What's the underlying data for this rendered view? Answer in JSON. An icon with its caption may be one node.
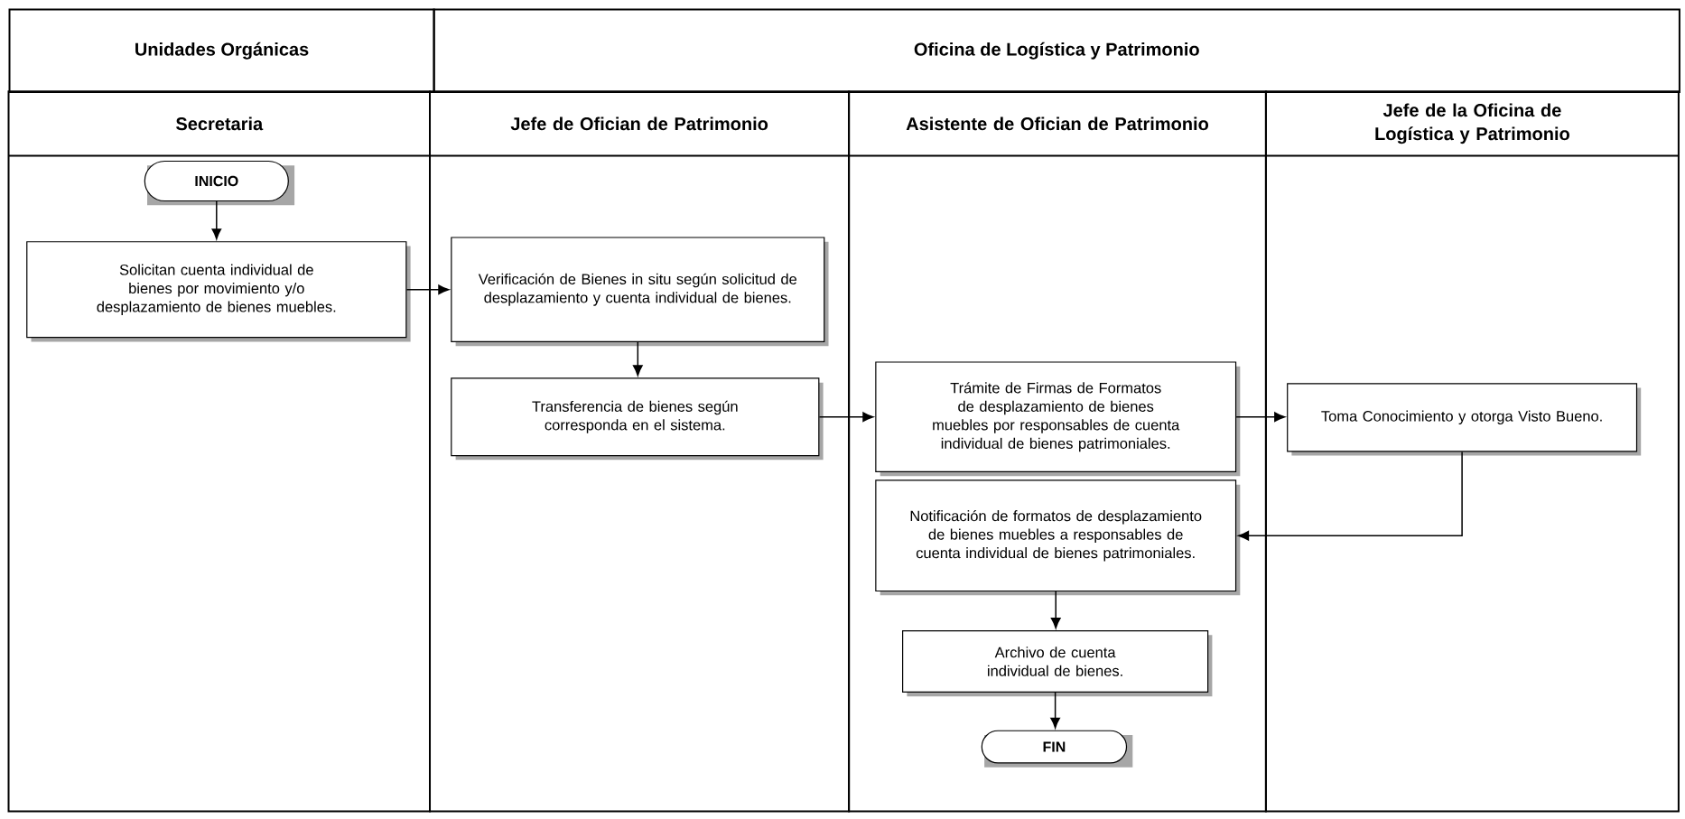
{
  "diagram": {
    "nodes": [
      {
        "text": [
          "Unidades Orgánicas"
        ]
      },
      {
        "text": [
          "Oficina de Logística y Patrimonio"
        ]
      },
      {
        "text": [
          "Secretaria"
        ]
      },
      {
        "text": [
          "Jefe de Ofician de Patrimonio"
        ]
      },
      {
        "text": [
          "Asistente de Ofician de Patrimonio"
        ]
      },
      {
        "text": [
          "Jefe de la Oficina de Logística y Patrimonio"
        ]
      },
      {
        "text": [
          "INICIO"
        ],
        "in": 2
      },
      {
        "text": [
          "Solicitan cuenta individual de bienes por movimiento y/o desplazamiento de bienes muebles."
        ],
        "in": 2
      },
      {
        "text": [
          "Verificación de Bienes in situ según solicitud de desplazamiento  y cuenta individual de bienes."
        ],
        "in": 3
      },
      {
        "text": [
          "Transferencia de bienes según corresponda en el sistema."
        ],
        "in": 3
      },
      {
        "text": [
          "Trámite de Firmas de Formatos de desplazamiento de bienes muebles por responsables de cuenta individual de bienes patrimoniales."
        ],
        "in": 4
      },
      {
        "text": [
          "Toma Conocimiento y otorga Visto Bueno."
        ],
        "in": 5
      },
      {
        "text": [
          "Notificación  de formatos de desplazamiento de bienes muebles a responsables de cuenta individual de bienes patrimoniales."
        ],
        "in": 4
      },
      {
        "text": [
          "Archivo de cuenta individual de bienes."
        ],
        "in": 4
      },
      {
        "text": [
          "FIN"
        ],
        "in": 4
      }
    ],
    "edges": [
      {
        "from": 6,
        "to": 7,
        "arrow": "to"
      },
      {
        "from": 7,
        "to": 8,
        "arrow": "to"
      },
      {
        "from": 8,
        "to": 9,
        "arrow": "to"
      },
      {
        "from": 9,
        "to": 10,
        "arrow": "to"
      },
      {
        "from": 10,
        "to": 11,
        "arrow": "to"
      },
      {
        "from": 11,
        "to": 12,
        "arrow": "to"
      },
      {
        "from": 12,
        "to": 13,
        "arrow": "to"
      },
      {
        "from": 13,
        "to": 14,
        "arrow": "to"
      }
    ]
  }
}
